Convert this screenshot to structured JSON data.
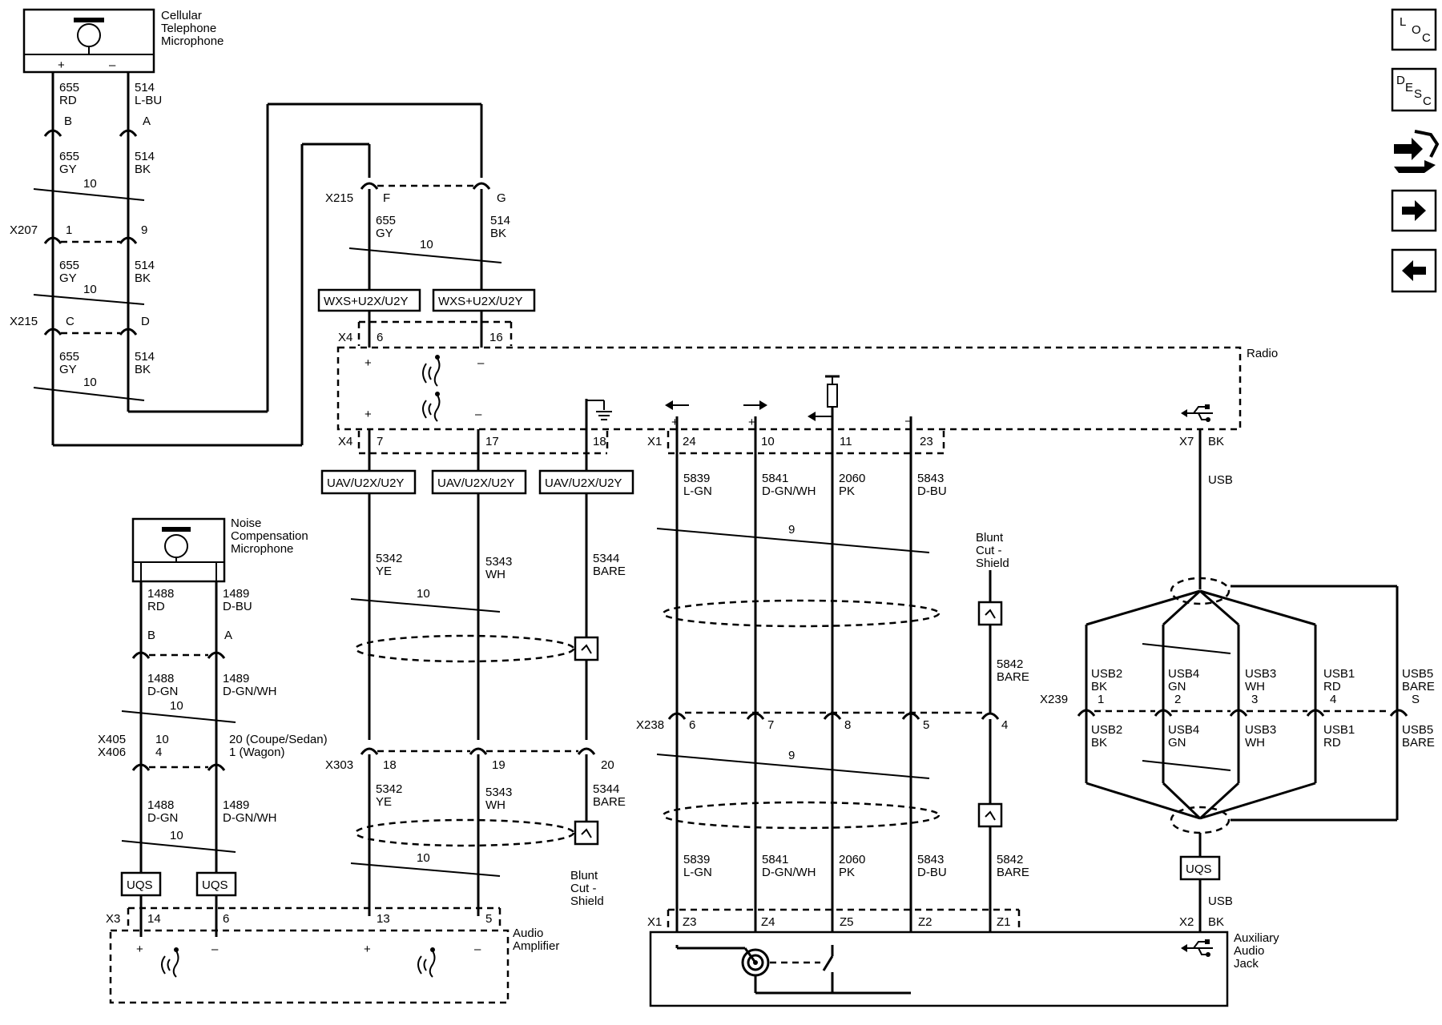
{
  "nav": {
    "loc": {
      "l1": "L",
      "l2": "O",
      "l3": "C"
    },
    "desc": {
      "l1": "D",
      "l2": "E",
      "l3": "S",
      "l4": "C"
    }
  },
  "components": {
    "cell_mic": [
      "Cellular",
      "Telephone",
      "Microphone"
    ],
    "noise_mic": [
      "Noise",
      "Compensation",
      "Microphone"
    ],
    "radio": "Radio",
    "amp": [
      "Audio",
      "Amplifier"
    ],
    "aux": [
      "Auxiliary",
      "Audio",
      "Jack"
    ],
    "blunt": [
      "Blunt",
      "Cut -",
      "Shield"
    ]
  },
  "connectors": {
    "X207": "X207",
    "X215": "X215",
    "X4": "X4",
    "X1": "X1",
    "X7": "X7",
    "X303": "X303",
    "X3": "X3",
    "X238": "X238",
    "X239": "X239",
    "X2": "X2",
    "X405": "X405",
    "X406": "X406"
  },
  "options": {
    "wxs": "WXS+U2X/U2Y",
    "uav": "UAV/U2X/U2Y",
    "uqs": "UQS"
  },
  "twists": {
    "n10": "10",
    "n9": "9"
  },
  "pins": {
    "B": "B",
    "A": "A",
    "p1": "1",
    "p9": "9",
    "C": "C",
    "D": "D",
    "F": "F",
    "G": "G",
    "p6": "6",
    "p16": "16",
    "p7": "7",
    "p17": "17",
    "p18": "18",
    "p24": "24",
    "p10": "10",
    "p11": "11",
    "p23": "23",
    "p19": "19",
    "p20": "20",
    "p14": "14",
    "p13": "13",
    "p5": "5",
    "p8": "8",
    "p4": "4",
    "p2": "2",
    "p3": "3",
    "S": "S",
    "Z3": "Z3",
    "Z4": "Z4",
    "Z5": "Z5",
    "Z2": "Z2",
    "Z1": "Z1",
    "x405_pin": "10",
    "x406_pin": "4",
    "coupe": "20 (Coupe/Sedan)",
    "wagon": "1 (Wagon)"
  },
  "polarity": {
    "plus": "+",
    "minus": "–"
  },
  "wires": {
    "c655": "655",
    "c514": "514",
    "c5342": "5342",
    "c5343": "5343",
    "c5344": "5344",
    "c5839": "5839",
    "c5841": "5841",
    "c2060": "2060",
    "c5843": "5843",
    "c5842": "5842",
    "c1488": "1488",
    "c1489": "1489",
    "RD": "RD",
    "L-BU": "L-BU",
    "GY": "GY",
    "BK": "BK",
    "YE": "YE",
    "WH": "WH",
    "BARE": "BARE",
    "L-GN": "L-GN",
    "D-GN/WH": "D-GN/WH",
    "PK": "PK",
    "D-BU": "D-BU",
    "D-GN": "D-GN",
    "USB": "USB",
    "USB1": "USB1",
    "USB2": "USB2",
    "USB3": "USB3",
    "USB4": "USB4",
    "USB5": "USB5",
    "GN": "GN"
  }
}
